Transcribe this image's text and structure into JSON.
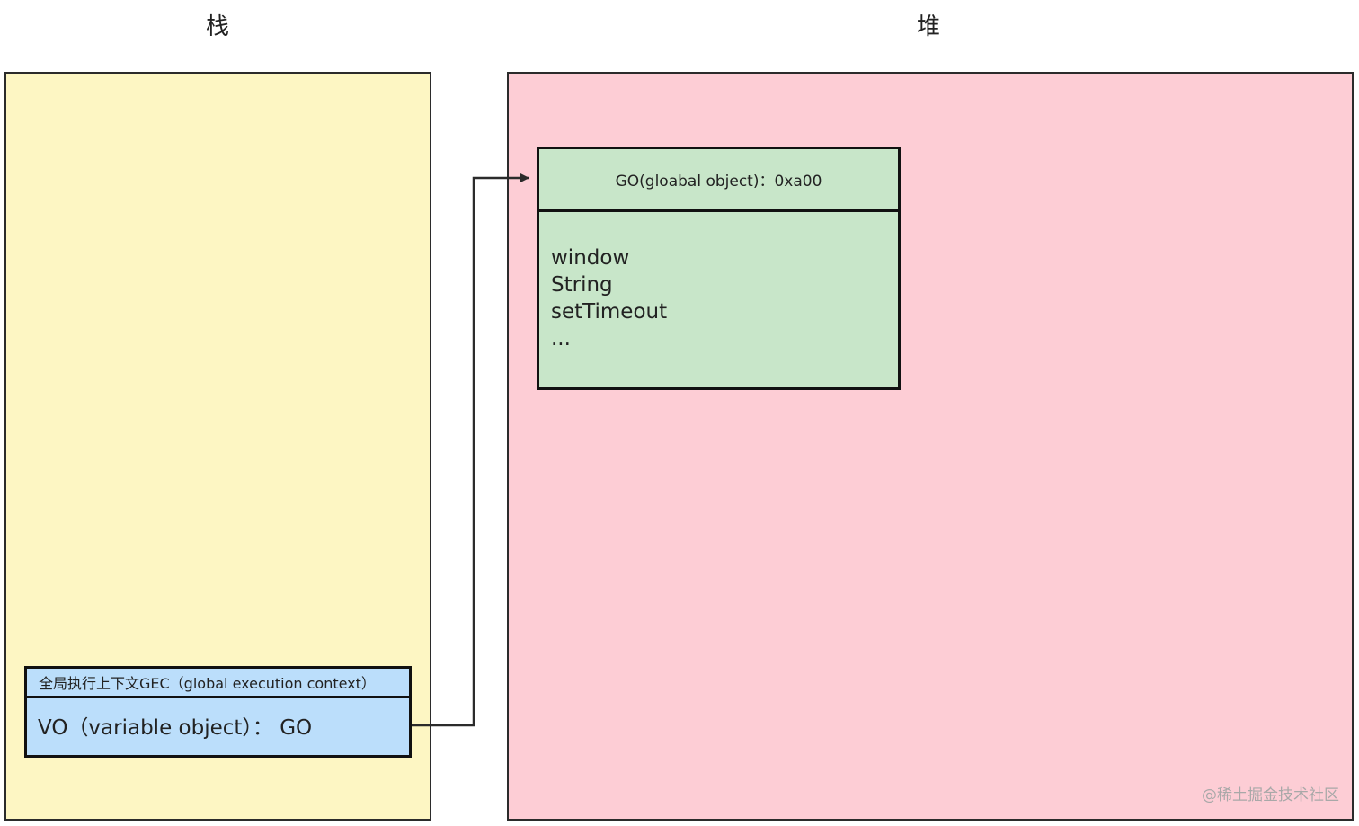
{
  "stack": {
    "heading": "栈",
    "color": "#fdf6c3",
    "gec": {
      "title": "全局执行上下文GEC（global execution context）",
      "vo": "VO（variable object）： GO",
      "color": "#bbdefb"
    }
  },
  "heap": {
    "heading": "堆",
    "color": "#fdcdd5",
    "go": {
      "title": "GO(gloabal object)：0xa00",
      "color": "#c8e6c9",
      "properties": [
        "window",
        "String",
        "setTimeout",
        "..."
      ]
    }
  },
  "watermark": "@稀土掘金技术社区"
}
